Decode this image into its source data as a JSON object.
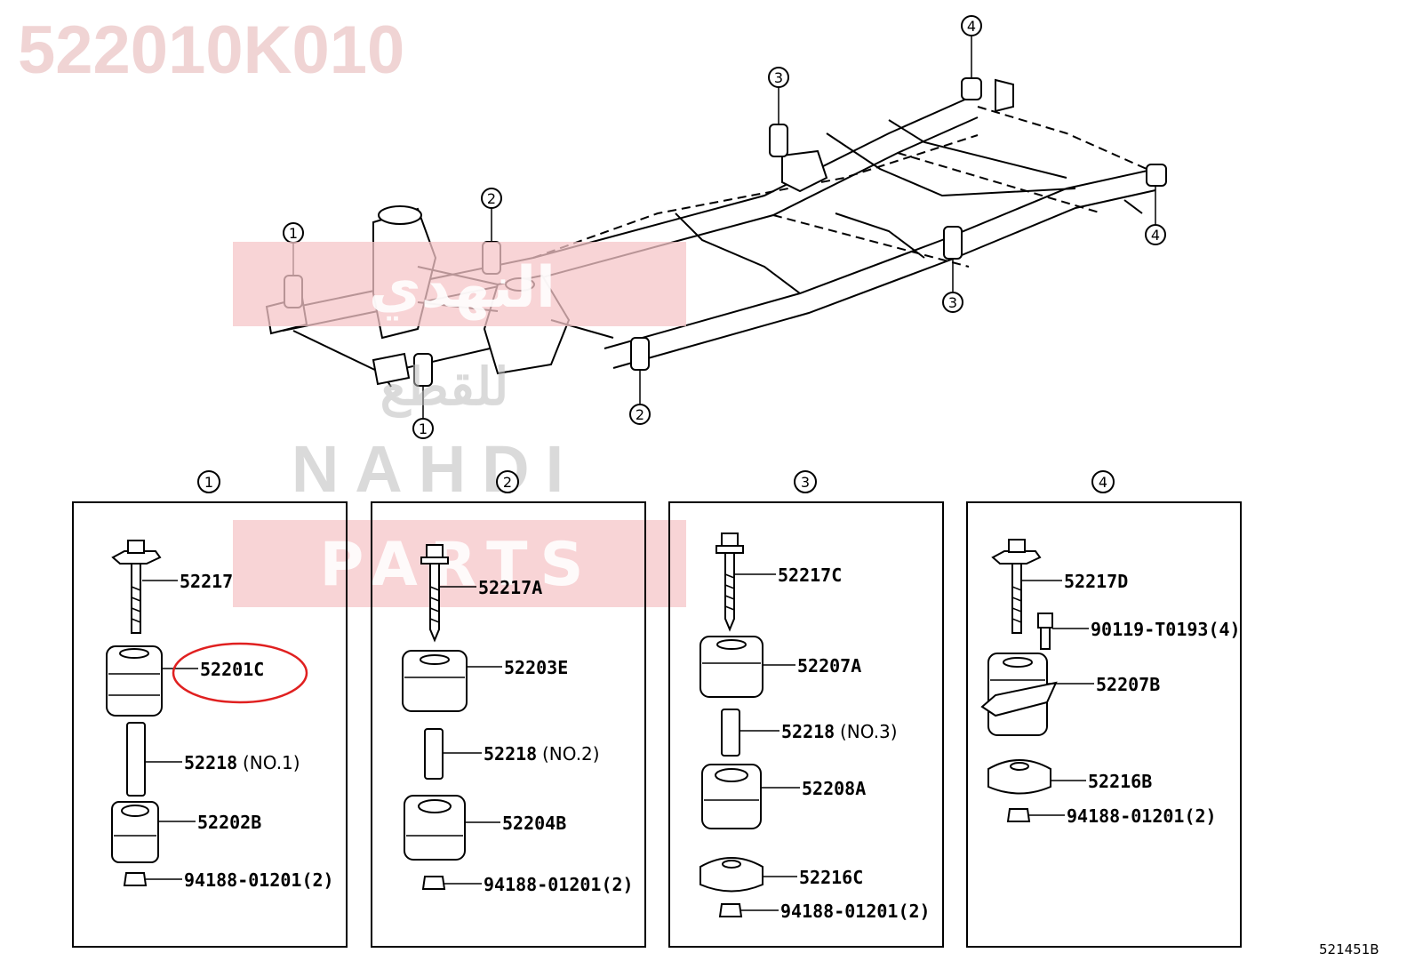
{
  "part_number": "522010K010",
  "reference_code": "521451B",
  "watermark": {
    "arabic_top": "النهدي",
    "arabic_bottom": "للقطع",
    "word_nahdi": "NAHDI",
    "word_parts": "PARTS"
  },
  "frame_callouts": [
    "1",
    "2",
    "2",
    "3",
    "3",
    "4",
    "4",
    "1"
  ],
  "panels": [
    {
      "number": "1",
      "parts": [
        {
          "label": "52217"
        },
        {
          "label": "52201C",
          "highlighted": true
        },
        {
          "label": "52218",
          "suffix": "(NO.1)"
        },
        {
          "label": "52202B"
        },
        {
          "label": "94188-01201(2)"
        }
      ]
    },
    {
      "number": "2",
      "parts": [
        {
          "label": "52217A"
        },
        {
          "label": "52203E"
        },
        {
          "label": "52218",
          "suffix": "(NO.2)"
        },
        {
          "label": "52204B"
        },
        {
          "label": "94188-01201(2)"
        }
      ]
    },
    {
      "number": "3",
      "parts": [
        {
          "label": "52217C"
        },
        {
          "label": "52207A"
        },
        {
          "label": "52218",
          "suffix": "(NO.3)"
        },
        {
          "label": "52208A"
        },
        {
          "label": "52216C"
        },
        {
          "label": "94188-01201(2)"
        }
      ]
    },
    {
      "number": "4",
      "parts": [
        {
          "label": "52217D"
        },
        {
          "label": "90119-T0193(4)"
        },
        {
          "label": "52207B"
        },
        {
          "label": "52216B"
        },
        {
          "label": "94188-01201(2)"
        }
      ]
    }
  ],
  "colors": {
    "highlight": "#e02020",
    "watermark_band": "#f5c6c8",
    "title": "#f0d4d4"
  }
}
